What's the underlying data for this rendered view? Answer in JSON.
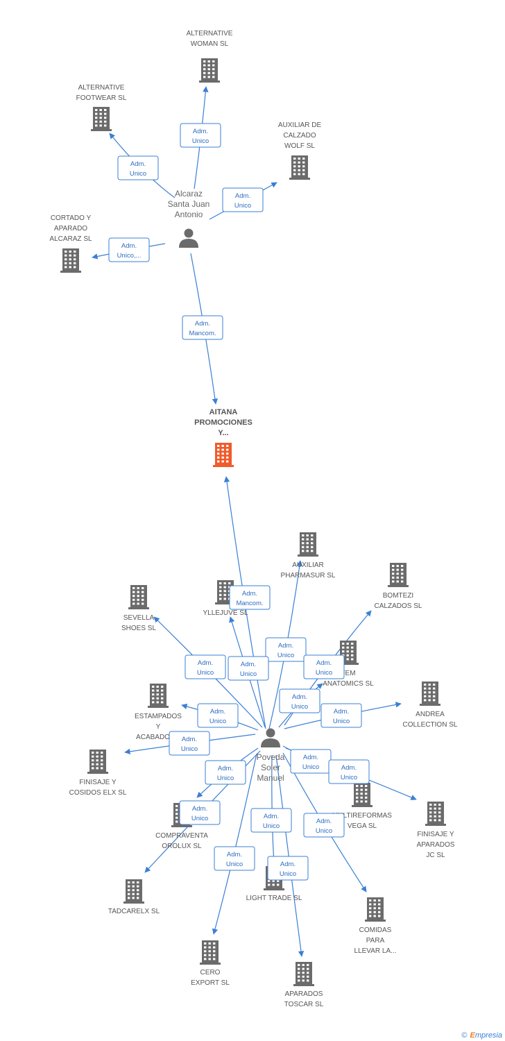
{
  "colors": {
    "edge": "#3a7fd5",
    "company": "#6b6b6b",
    "main_company": "#f15a2b",
    "person": "#6b6b6b"
  },
  "footer": {
    "copyright": "©",
    "brand_initial": "E",
    "brand_rest": "mpresia"
  },
  "main_company": {
    "id": "aitana",
    "lines": [
      "AITANA",
      "PROMOCIONES",
      "Y..."
    ]
  },
  "persons": [
    {
      "id": "alcaraz",
      "lines": [
        "Alcaraz",
        "Santa Juan",
        "Antonio"
      ]
    },
    {
      "id": "poveda",
      "lines": [
        "Poveda",
        "Soler",
        "Manuel"
      ]
    }
  ],
  "companies": [
    {
      "id": "alt_woman",
      "lines": [
        "ALTERNATIVE",
        "WOMAN SL"
      ]
    },
    {
      "id": "alt_footwear",
      "lines": [
        "ALTERNATIVE",
        "FOOTWEAR SL"
      ]
    },
    {
      "id": "auxiliar_calzado",
      "lines": [
        "AUXILIAR DE",
        "CALZADO",
        "WOLF SL"
      ]
    },
    {
      "id": "cortado",
      "lines": [
        "CORTADO Y",
        "APARADO",
        "ALCARAZ SL"
      ]
    },
    {
      "id": "aux_pharmasur",
      "lines": [
        "AUXILIAR",
        "PHARMASUR  SL"
      ]
    },
    {
      "id": "bomtezi",
      "lines": [
        "BOMTEZI",
        "CALZADOS SL"
      ]
    },
    {
      "id": "sevella",
      "lines": [
        "SEVELLA",
        "SHOES SL"
      ]
    },
    {
      "id": "yllejuve",
      "lines": [
        "YLLEJUVE SL"
      ]
    },
    {
      "id": "fem",
      "lines": [
        "FEM",
        "ANATOMICS SL"
      ]
    },
    {
      "id": "estampados",
      "lines": [
        "ESTAMPADOS",
        "Y",
        "ACABADOS..."
      ]
    },
    {
      "id": "andrea",
      "lines": [
        "ANDREA",
        "COLLECTION SL"
      ]
    },
    {
      "id": "finisaje_elx",
      "lines": [
        "FINISAJE Y",
        "COSIDOS ELX SL"
      ]
    },
    {
      "id": "multireformas",
      "lines": [
        "MULTIREFORMAS",
        "VEGA  SL"
      ]
    },
    {
      "id": "finisaje_jc",
      "lines": [
        "FINISAJE Y",
        "APARADOS",
        "JC SL"
      ]
    },
    {
      "id": "compraventa",
      "lines": [
        "COMPRAVENTA",
        "OROLUX SL"
      ]
    },
    {
      "id": "tadcarelx",
      "lines": [
        "TADCARELX SL"
      ]
    },
    {
      "id": "light_trade",
      "lines": [
        "LIGHT TRADE SL"
      ]
    },
    {
      "id": "comidas",
      "lines": [
        "COMIDAS",
        "PARA",
        "LLEVAR LA..."
      ]
    },
    {
      "id": "cero_export",
      "lines": [
        "CERO",
        "EXPORT SL"
      ]
    },
    {
      "id": "aparados_toscar",
      "lines": [
        "APARADOS",
        "TOSCAR SL"
      ]
    }
  ],
  "edges": [
    {
      "from": "alcaraz",
      "to": "alt_woman",
      "label": [
        "Adm.",
        "Unico"
      ]
    },
    {
      "from": "alcaraz",
      "to": "alt_footwear",
      "label": [
        "Adm.",
        "Unico"
      ]
    },
    {
      "from": "alcaraz",
      "to": "auxiliar_calzado",
      "label": [
        "Adm.",
        "Unico"
      ]
    },
    {
      "from": "alcaraz",
      "to": "cortado",
      "label": [
        "Adm.",
        "Unico,..."
      ]
    },
    {
      "from": "alcaraz",
      "to": "aitana",
      "label": [
        "Adm.",
        "Mancom."
      ]
    },
    {
      "from": "poveda",
      "to": "aitana",
      "label": [
        "Adm.",
        "Mancom."
      ]
    },
    {
      "from": "poveda",
      "to": "aux_pharmasur",
      "label": [
        "Adm.",
        "Unico"
      ]
    },
    {
      "from": "poveda",
      "to": "bomtezi",
      "label": [
        "Adm.",
        "Unico"
      ]
    },
    {
      "from": "poveda",
      "to": "sevella",
      "label": [
        "Adm.",
        "Unico"
      ]
    },
    {
      "from": "poveda",
      "to": "yllejuve",
      "label": [
        "Adm.",
        "Unico"
      ]
    },
    {
      "from": "poveda",
      "to": "fem",
      "label": [
        "Adm.",
        "Unico"
      ]
    },
    {
      "from": "poveda",
      "to": "estampados",
      "label": [
        "Adm.",
        "Unico"
      ]
    },
    {
      "from": "poveda",
      "to": "andrea",
      "label": [
        "Adm.",
        "Unico"
      ]
    },
    {
      "from": "poveda",
      "to": "finisaje_elx",
      "label": [
        "Adm.",
        "Unico"
      ]
    },
    {
      "from": "poveda",
      "to": "multireformas",
      "label": [
        "Adm.",
        "Unico"
      ]
    },
    {
      "from": "poveda",
      "to": "finisaje_jc",
      "label": [
        "Adm.",
        "Unico"
      ]
    },
    {
      "from": "poveda",
      "to": "compraventa",
      "label": [
        "Adm.",
        "Unico"
      ]
    },
    {
      "from": "poveda",
      "to": "tadcarelx",
      "label": [
        "Adm.",
        "Unico"
      ]
    },
    {
      "from": "poveda",
      "to": "light_trade",
      "label": [
        "Adm.",
        "Unico"
      ]
    },
    {
      "from": "poveda",
      "to": "comidas",
      "label": [
        "Adm.",
        "Unico"
      ]
    },
    {
      "from": "poveda",
      "to": "cero_export",
      "label": [
        "Adm.",
        "Unico"
      ]
    },
    {
      "from": "poveda",
      "to": "aparados_toscar",
      "label": [
        "Adm.",
        "Unico"
      ]
    }
  ]
}
